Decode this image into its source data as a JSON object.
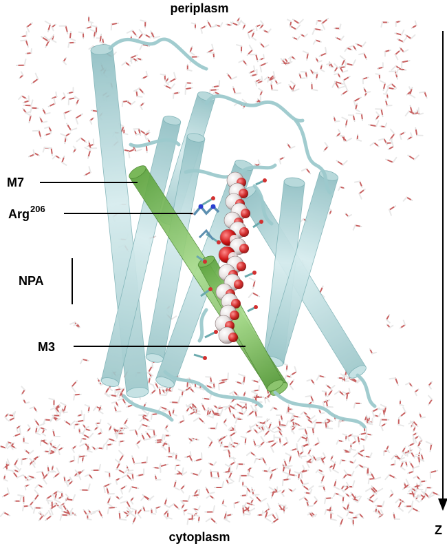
{
  "labels": {
    "periplasm": "periplasm",
    "cytoplasm": "cytoplasm",
    "m7": "M7",
    "arg_base": "Arg",
    "arg_sup": "206",
    "npa": "NPA",
    "m3": "M3",
    "axis": "Z"
  },
  "colors": {
    "helix": "#b4d7d9",
    "helix_edge": "#7fb3b7",
    "helix_highlight": "#6fbb4c",
    "water_o": "#c86060",
    "water_h": "#e8e8e8",
    "pore_oxygen": "#d01818",
    "pore_hydrogen": "#f2f2f2",
    "leader_line": "#000000"
  }
}
